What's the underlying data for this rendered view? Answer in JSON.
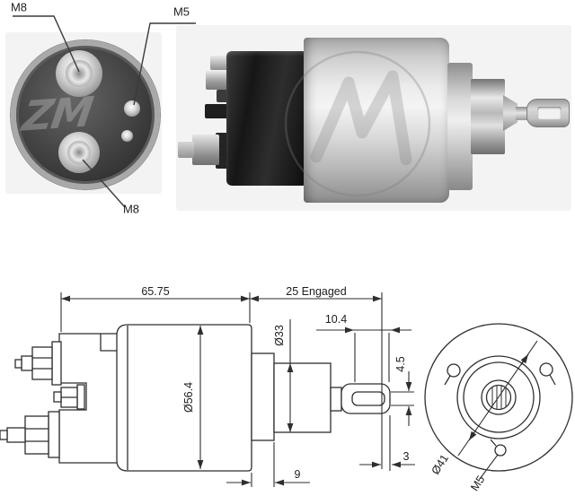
{
  "product_photo": {
    "watermark": "ZM",
    "labels": {
      "terminal_top_left": "M8",
      "terminal_top_right": "M5",
      "terminal_bottom": "M8"
    }
  },
  "technical_drawing": {
    "dimensions": {
      "body_length": "65.75",
      "engaged_length": "25 Engaged",
      "travel": "10.4",
      "neck_diameter": "Ø33",
      "fork_slot_width": "4.5",
      "body_diameter": "Ø56.4",
      "flange_width": "9",
      "fork_tip_thickness": "3",
      "bolt_circle_diameter": "Ø41",
      "mounting_thread": "M5"
    }
  }
}
